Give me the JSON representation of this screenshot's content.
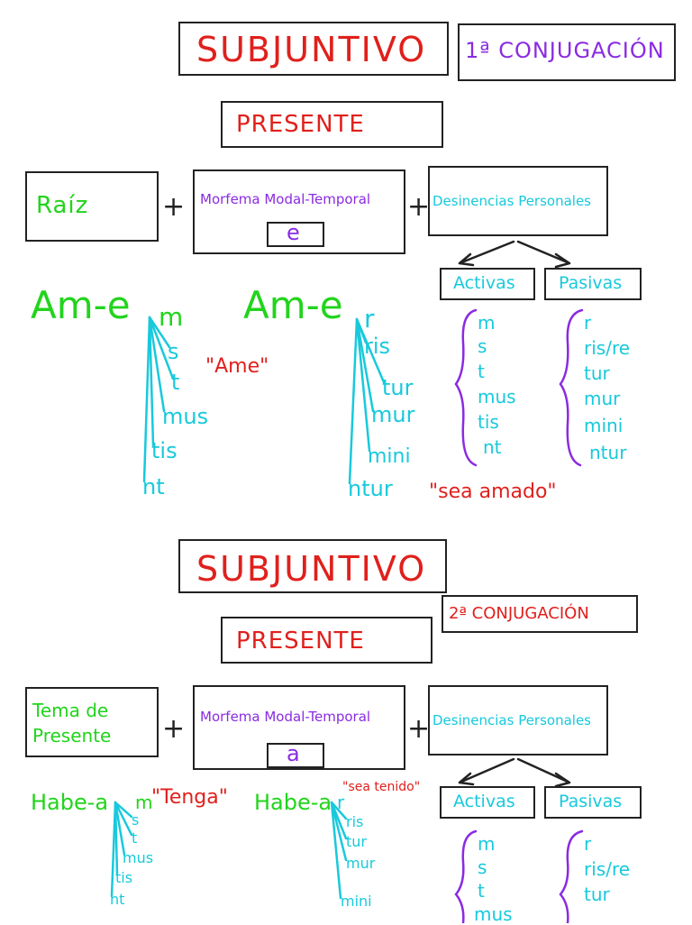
{
  "section1": {
    "title": "SUBJUNTIVO",
    "conjugation": "1ª CONJUGACIÓN",
    "tense": "PRESENTE",
    "base_label": "Raíz",
    "plus1": "+",
    "morpheme_label": "Morfema Modal-Temporal",
    "morpheme_vowel": "e",
    "plus2": "+",
    "endings_label": "Desinencias Personales",
    "active_label": "Activas",
    "passive_label": "Pasivas",
    "active_stem": "Am-e",
    "active_forms": [
      "m",
      "s",
      "t",
      "mus",
      "tis",
      "nt"
    ],
    "active_note": "\"Ame\"",
    "passive_stem": "Am-e",
    "passive_forms": [
      "r",
      "ris",
      "tur",
      "mur",
      "mini",
      "ntur"
    ],
    "passive_note": "\"sea amado\"",
    "active_endings": [
      "m",
      "s",
      "t",
      "mus",
      "tis",
      "nt"
    ],
    "passive_endings": [
      "r",
      "ris/re",
      "tur",
      "mur",
      "mini",
      "ntur"
    ]
  },
  "section2": {
    "title": "SUBJUNTIVO",
    "conjugation": "2ª CONJUGACIÓN",
    "tense": "PRESENTE",
    "base_label_1": "Tema de",
    "base_label_2": "Presente",
    "plus1": "+",
    "morpheme_label": "Morfema Modal-Temporal",
    "morpheme_vowel": "a",
    "plus2": "+",
    "endings_label": "Desinencias Personales",
    "active_label": "Activas",
    "passive_label": "Pasivas",
    "active_stem": "Habe-a",
    "active_forms": [
      "m",
      "s",
      "t",
      "mus",
      "tis",
      "nt"
    ],
    "active_note": "\"Tenga\"",
    "passive_stem": "Habe-a",
    "passive_forms": [
      "r",
      "ris",
      "tur",
      "mur",
      "mini"
    ],
    "passive_note": "\"sea tenido\"",
    "active_endings": [
      "m",
      "s",
      "t",
      "mus"
    ],
    "passive_endings": [
      "r",
      "ris/re",
      "tur"
    ]
  },
  "colors": {
    "title": "#e0201c",
    "morpheme": "#8a2be2",
    "stem": "#22d41c",
    "endings": "#18c9dc"
  }
}
